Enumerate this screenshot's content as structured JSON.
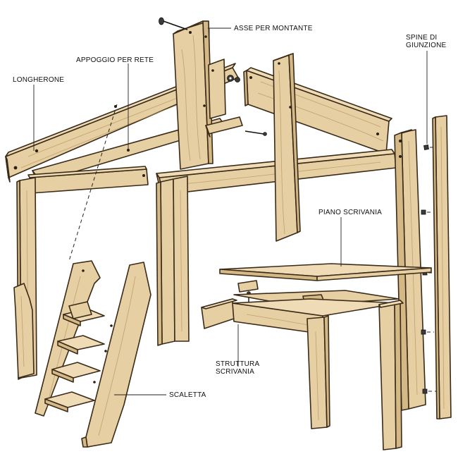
{
  "labels": {
    "asse_per_montante": "ASSE PER MONTANTE",
    "appoggio_per_rete": "APPOGGIO PER RETE",
    "longherone": "LONGHERONE",
    "spine_di": "SPINE DI",
    "giunzione": "GIUNZIONE",
    "piano_scrivania": "PIANO SCRIVANIA",
    "struttura": "STRUTTURA",
    "scrivania": "SCRIVANIA",
    "scaletta": "SCALETTA"
  },
  "colors": {
    "wood": "#e6cfa2",
    "wood_dark": "#d4b886",
    "outline": "#3a2a18"
  }
}
